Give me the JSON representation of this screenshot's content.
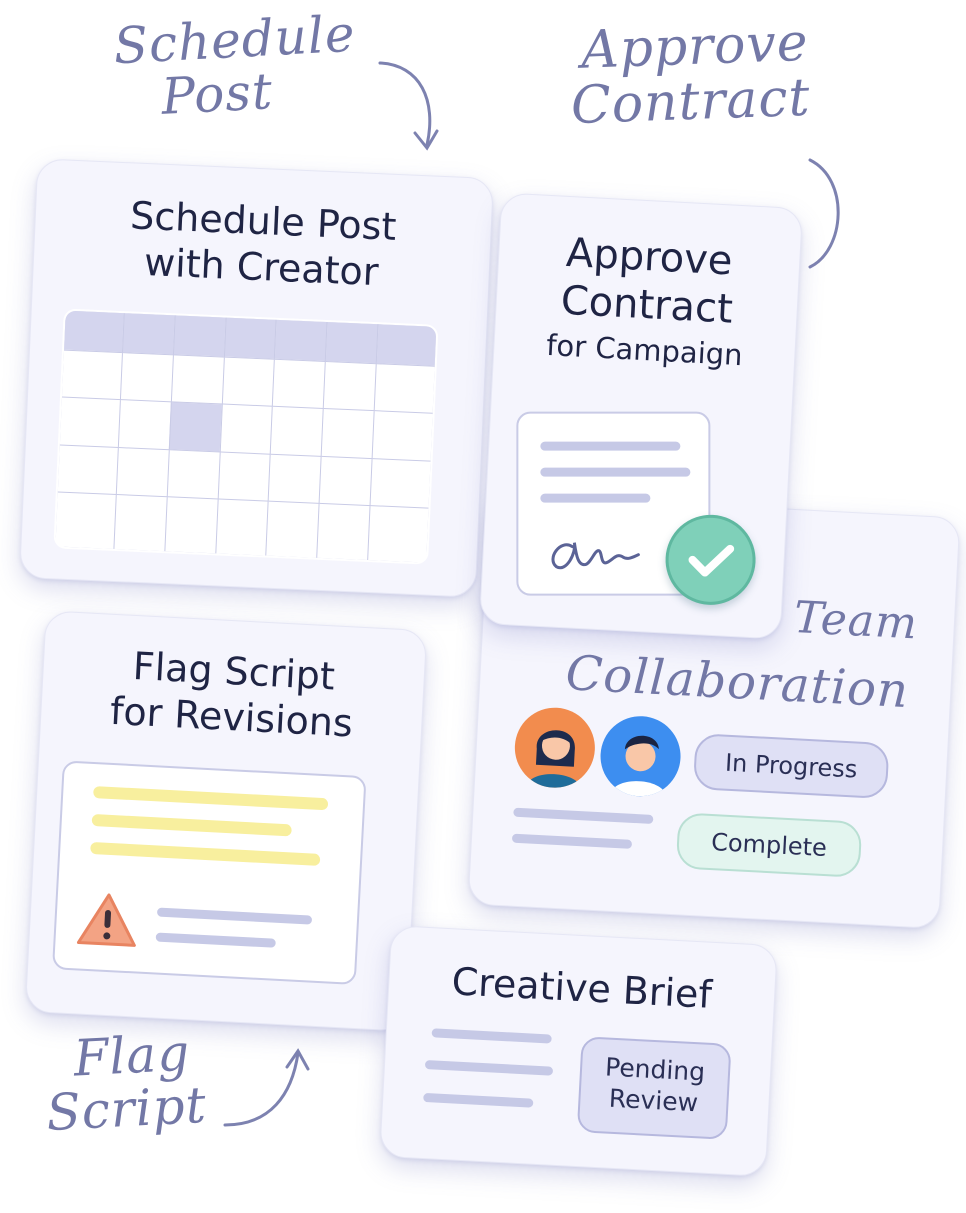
{
  "annotations": {
    "schedule": [
      "Schedule",
      "Post"
    ],
    "approve": [
      "Approve",
      "Contract"
    ],
    "team": [
      "Team",
      "Collaboration"
    ],
    "flag": [
      "Flag",
      "Script"
    ]
  },
  "cards": {
    "schedule": {
      "title_lines": [
        "Schedule Post",
        "with Creator"
      ]
    },
    "approve": {
      "title_lines": [
        "Approve",
        "Contract",
        "for Campaign"
      ]
    },
    "flag": {
      "title_lines": [
        "Flag Script",
        "for Revisions"
      ]
    },
    "brief": {
      "title": "Creative Brief",
      "badge_lines": [
        "Pending",
        "Review"
      ]
    },
    "team": {
      "status_in_progress": "In Progress",
      "status_complete": "Complete"
    }
  },
  "colors": {
    "accent": "#7378a6",
    "card_bg": "#f5f5fd",
    "calendar_header": "#d4d5ee",
    "highlight_yellow": "#f8ef9e",
    "check_green": "#7fd0b9",
    "warning_orange": "#f3a384",
    "pill_lavender": "#dfe0f5",
    "pill_mint": "#e3f5ef"
  },
  "icons": [
    "calendar-icon",
    "contract-document-icon",
    "signature-icon",
    "check-circle-icon",
    "warning-triangle-icon",
    "avatar-woman-icon",
    "avatar-man-icon"
  ]
}
